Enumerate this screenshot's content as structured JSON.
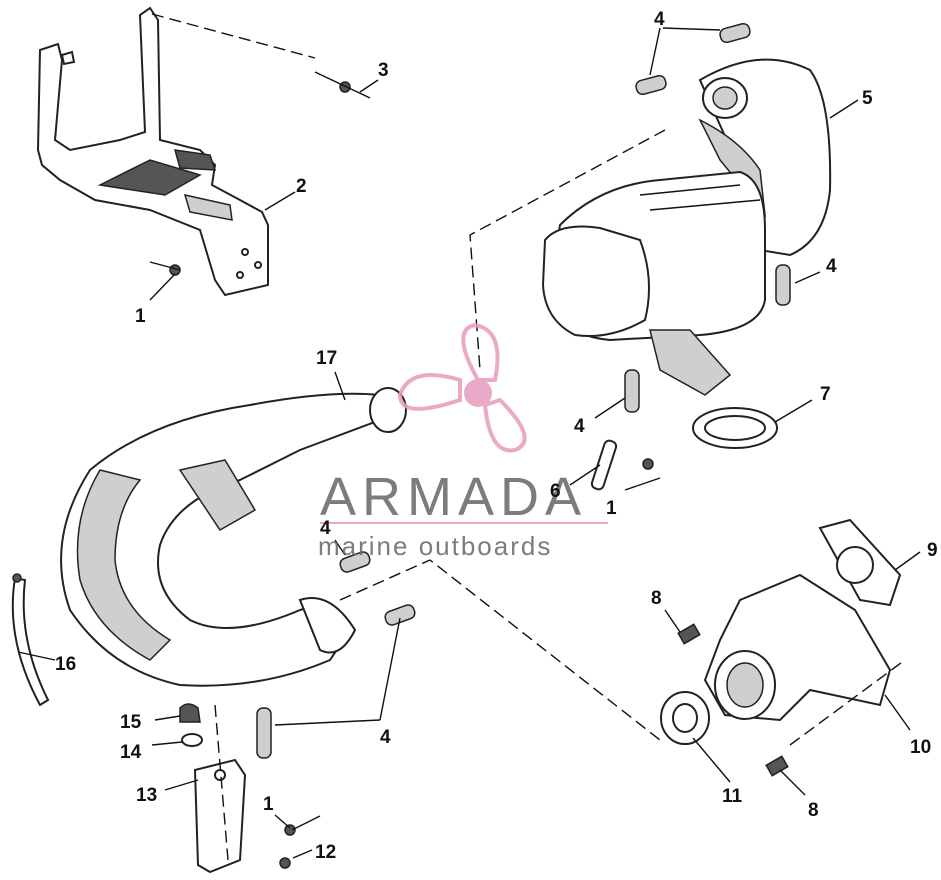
{
  "watermark": {
    "brand": "ARMADA",
    "tagline": "marine outboards",
    "accent_color": "#e89bbf",
    "text_color": "#666666",
    "icon": "propeller-icon"
  },
  "callouts": [
    {
      "id": "c1a",
      "label": "1"
    },
    {
      "id": "c2",
      "label": "2"
    },
    {
      "id": "c3",
      "label": "3"
    },
    {
      "id": "c4a",
      "label": "4"
    },
    {
      "id": "c5",
      "label": "5"
    },
    {
      "id": "c4b",
      "label": "4"
    },
    {
      "id": "c17",
      "label": "17"
    },
    {
      "id": "c7",
      "label": "7"
    },
    {
      "id": "c4c",
      "label": "4"
    },
    {
      "id": "c6",
      "label": "6"
    },
    {
      "id": "c1b",
      "label": "1"
    },
    {
      "id": "c4d",
      "label": "4"
    },
    {
      "id": "c9",
      "label": "9"
    },
    {
      "id": "c8a",
      "label": "8"
    },
    {
      "id": "c16",
      "label": "16"
    },
    {
      "id": "c15",
      "label": "15"
    },
    {
      "id": "c4e",
      "label": "4"
    },
    {
      "id": "c10",
      "label": "10"
    },
    {
      "id": "c14",
      "label": "14"
    },
    {
      "id": "c13",
      "label": "13"
    },
    {
      "id": "c11",
      "label": "11"
    },
    {
      "id": "c8b",
      "label": "8"
    },
    {
      "id": "c1c",
      "label": "1"
    },
    {
      "id": "c12",
      "label": "12"
    }
  ]
}
